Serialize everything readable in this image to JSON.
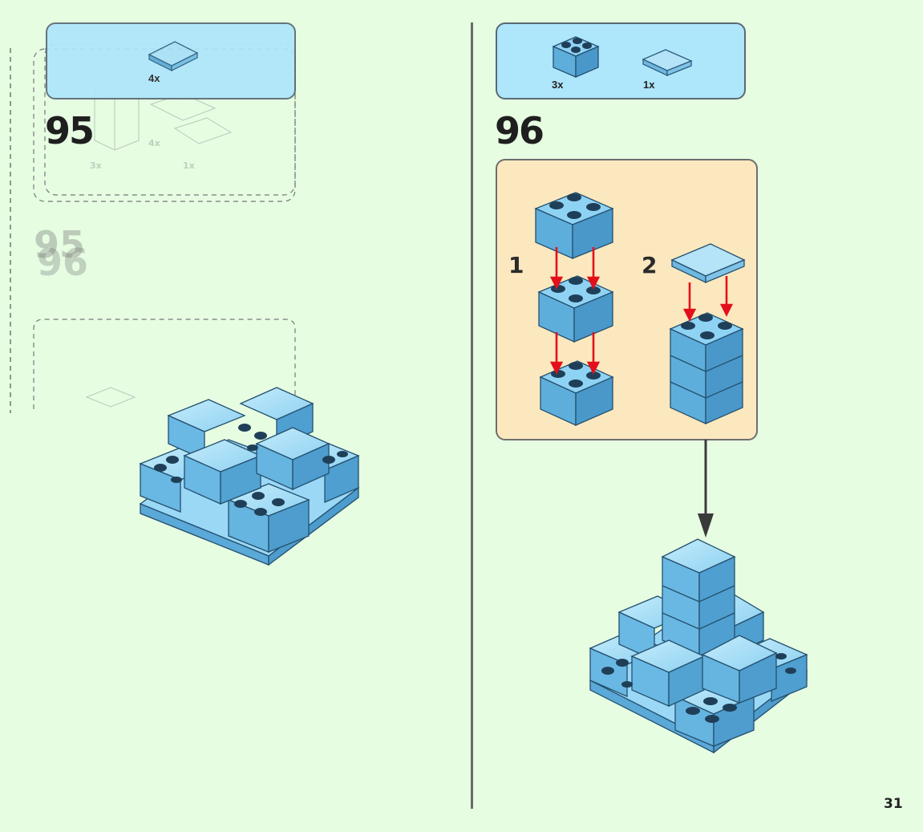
{
  "page_number": "31",
  "colors": {
    "background": "#e6fde2",
    "parts_box": "#aee6fb",
    "substep_box": "#fce8bf",
    "brick_light": "#8fd3f4",
    "brick_dark": "#3e93c9",
    "arrow_red": "#e3101b"
  },
  "left_step": {
    "number": "95",
    "parts": [
      {
        "qty": "4x",
        "icon": "tile-2x2-icon"
      }
    ],
    "ghost_qty": [
      "4x",
      "3x",
      "1x"
    ],
    "ghost_numbers": [
      "95",
      "96"
    ]
  },
  "right_step": {
    "number": "96",
    "parts": [
      {
        "qty": "3x",
        "icon": "brick-2x2-icon"
      },
      {
        "qty": "1x",
        "icon": "tile-2x2-icon"
      }
    ],
    "substeps": [
      {
        "label": "1"
      },
      {
        "label": "2"
      }
    ]
  }
}
